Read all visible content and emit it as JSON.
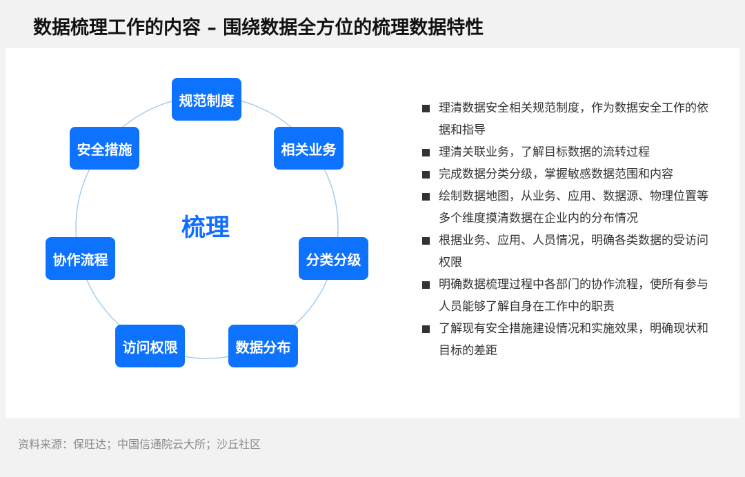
{
  "title": "数据梳理工作的内容 – 围绕数据全方位的梳理数据特性",
  "diagram": {
    "center": "梳理",
    "nodes": [
      "规范制度",
      "相关业务",
      "分类分级",
      "数据分布",
      "访问权限",
      "协作流程",
      "安全措施"
    ]
  },
  "bullets": [
    "理清数据安全相关规范制度，作为数据安全工作的依据和指导",
    "理清关联业务，了解目标数据的流转过程",
    "完成数据分类分级，掌握敏感数据范围和内容",
    "绘制数据地图，从业务、应用、数据源、物理位置等多个维度摸清数据在企业内的分布情况",
    "根据业务、应用、人员情况，明确各类数据的受访问权限",
    "明确数据梳理过程中各部门的协作流程，使所有参与人员能够了解自身在工作中的职责",
    "了解现有安全措施建设情况和实施效果，明确现状和目标的差距"
  ],
  "source": "资料来源：保旺达；中国信通院云大所；沙丘社区",
  "colors": {
    "node_blue": "#0d73ff",
    "center_text": "#0f6fff",
    "ring": "#9fcbec",
    "background": "#f2f2f2",
    "panel": "#ffffff"
  },
  "icons": {
    "bullet": "black-square-icon"
  }
}
